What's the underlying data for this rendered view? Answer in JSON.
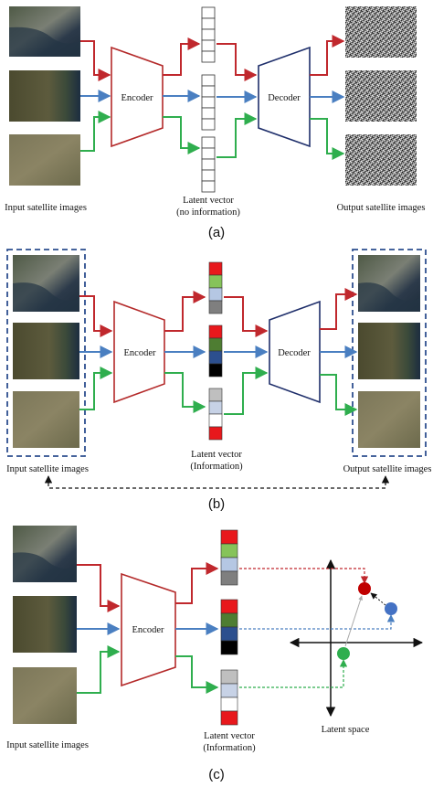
{
  "panel_a": {
    "encoder_label": "Encoder",
    "decoder_label": "Decoder",
    "input_caption": "Input satellite images",
    "latent_caption_line1": "Latent vector",
    "latent_caption_line2": "(no information)",
    "output_caption": "Output satellite images",
    "panel_label": "(a)"
  },
  "panel_b": {
    "encoder_label": "Encoder",
    "decoder_label": "Decoder",
    "input_caption": "Input satellite images",
    "latent_caption_line1": "Latent vector",
    "latent_caption_line2": "(Information)",
    "output_caption": "Output satellite images",
    "panel_label": "(b)"
  },
  "panel_c": {
    "encoder_label": "Encoder",
    "input_caption": "Input satellite images",
    "latent_caption_line1": "Latent vector",
    "latent_caption_line2": "(Information)",
    "latent_space_caption": "Latent space",
    "panel_label": "(c)"
  },
  "colors": {
    "red": "#c0282d",
    "blue": "#4a7fc1",
    "green": "#2fae4e",
    "encoder_stroke": "#b42a2a",
    "decoder_stroke": "#1f2f6b",
    "dashed_box": "#2d4f8f"
  }
}
